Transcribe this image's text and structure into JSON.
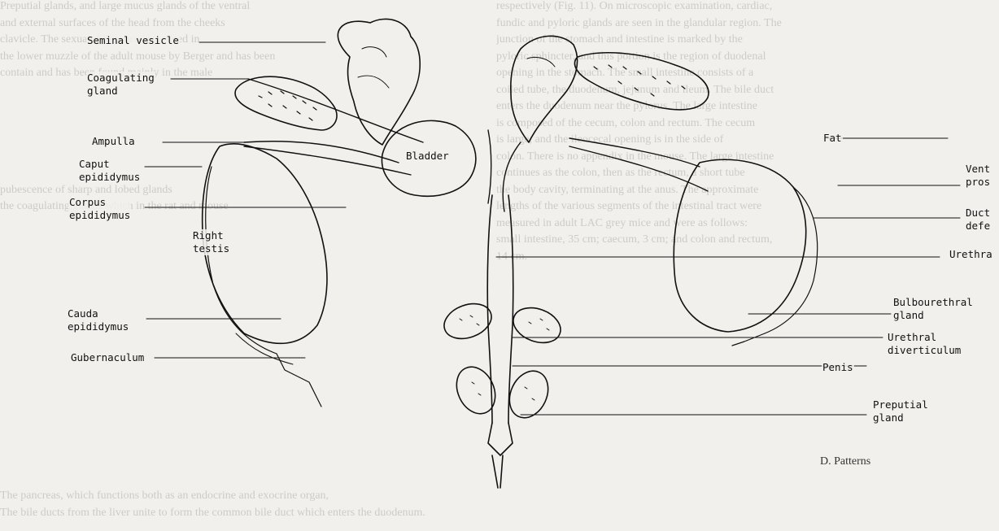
{
  "labels": {
    "seminal_vesicle": "Seminal vesicle",
    "coagulating_gland": "Coagulating\ngland",
    "ampulla": "Ampulla",
    "caput_epididymus": "Caput\nepididymus",
    "corpus_epididymus": "Corpus\nepididymus",
    "right_testis": "Right\ntestis",
    "cauda_epididymus": "Cauda\nepididymus",
    "gubernaculum": "Gubernaculum",
    "bladder": "Bladder",
    "fat": "Fat",
    "vent_pros": "Vent\npros",
    "duct_defe": "Duct\ndefe",
    "urethra": "Urethra",
    "bulbourethral_gland": "Bulbourethral\ngland",
    "urethral_diverticulum": "Urethral\ndiverticulum",
    "penis": "Penis",
    "preputial_gland": "Preputial\ngland"
  },
  "fragments": {
    "d_patterns": "D.   Patterns"
  },
  "background_text": {
    "left": [
      "Preputial glands, and large mucus glands of the ventral",
      "and external surfaces of the head from the cheeks",
      "clavicle. The sexual difference was noted in",
      "the lower muzzle of the adult mouse by Berger and has been",
      "contain and has been found mainly in the male",
      "",
      "",
      "",
      "",
      "",
      "",
      "pubescence of sharp and lobed glands",
      "the coagulating glands which in the rat and mouse",
      "",
      "",
      "",
      "",
      "",
      "",
      "",
      "",
      "",
      "",
      "",
      "",
      "",
      "",
      "",
      "",
      ""
    ],
    "right": [
      "respectively (Fig. 11). On microscopic examination, cardiac,",
      "fundic and pyloric glands are seen in the glandular region. The",
      "junction of the stomach and intestine is marked by the",
      "pyloric sphincter, and this portion is the region of duodenal",
      "opening in the stomach. The small intestine consists of a",
      "coiled tube, the duodenum, jejunum and ileum. The bile duct",
      "enters the duodenum near the pylorus. The large intestine",
      "is composed of the cecum, colon and rectum. The cecum",
      "is large, and the ileocecal opening is in the side of",
      "colon. There is no appendix in the mouse. The large intestine",
      "continues as the colon, then as the rectum, a short tube",
      "the body cavity, terminating at the anus. The approximate",
      "lengths of the various segments of the intestinal tract were",
      "measured in adult LAC grey mice and were as follows:",
      "small intestine, 35 cm; caecum, 3 cm; and colon and rectum,",
      "14 cm.",
      "",
      "",
      "",
      "",
      "",
      "",
      "",
      "",
      "",
      "",
      "",
      "",
      "",
      ""
    ],
    "bottom": [
      "The pancreas, which functions both as an endocrine and exocrine organ,",
      "The bile ducts from the liver unite to form the common bile duct which enters the duodenum."
    ]
  }
}
